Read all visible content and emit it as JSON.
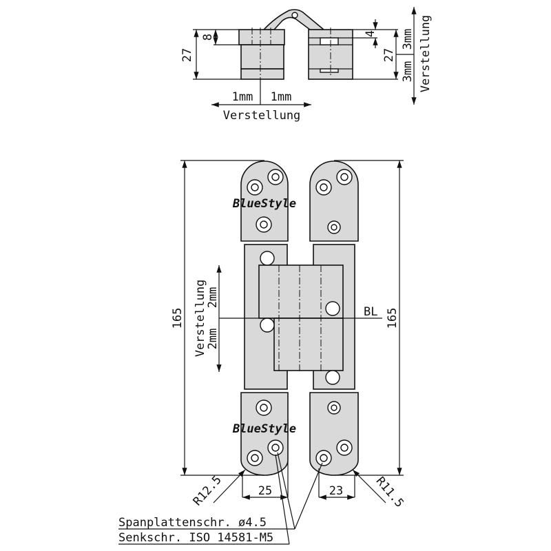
{
  "top_view": {
    "dim_height_left": "27",
    "dim_upper": "8",
    "dim_slot": "4",
    "dim_height_right": "27",
    "vertical_adjust_up": "3mm",
    "vertical_adjust_down": "3mm",
    "vertical_adjust_label": "Verstellung",
    "lateral_adjust_left": "1mm",
    "lateral_adjust_right": "1mm",
    "lateral_adjust_label": "Verstellung"
  },
  "front_view": {
    "height_left": "165",
    "height_right": "165",
    "depth_adjust_label": "Verstellung",
    "depth_adjust_up": "2mm",
    "depth_adjust_down": "2mm",
    "reference_line": "BL",
    "width_left": "25",
    "width_right": "23",
    "radius_left": "R12.5",
    "radius_right": "R11.5",
    "brand_mark": "BlueStyle"
  },
  "notes": {
    "screw_chipboard": "Spanplattenschr. ø4.5",
    "screw_countersunk": "Senkschr. ISO 14581-M5"
  }
}
